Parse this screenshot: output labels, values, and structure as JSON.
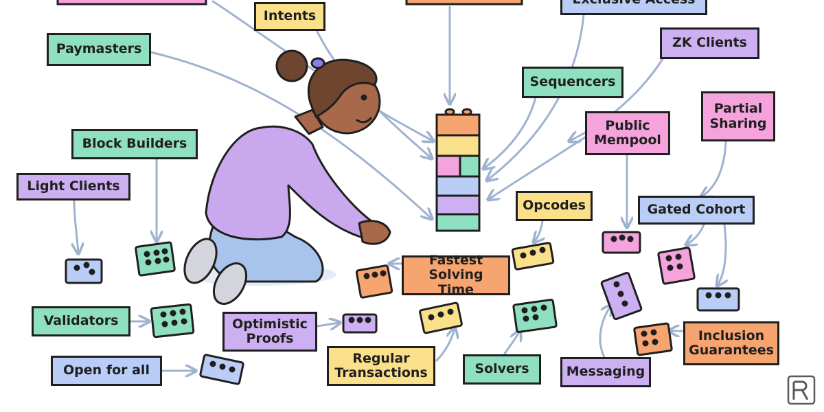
{
  "labels": {
    "intents": "Intents",
    "exclusive_access": "Exclusive Access",
    "paymasters": "Paymasters",
    "zk_clients": "ZK Clients",
    "sequencers": "Sequencers",
    "public_mempool": "Public\nMempool",
    "partial_sharing": "Partial\nSharing",
    "block_builders": "Block Builders",
    "light_clients": "Light Clients",
    "opcodes": "Opcodes",
    "gated_cohort": "Gated Cohort",
    "fastest_solving_time": "Fastest\nSolving Time",
    "validators": "Validators",
    "optimistic_proofs": "Optimistic\nProofs",
    "regular_transactions": "Regular\nTransactions",
    "solvers": "Solvers",
    "messaging": "Messaging",
    "inclusion_guarantees": "Inclusion\nGuarantees",
    "open_for_all": "Open for all"
  },
  "colors": {
    "green": "#8fe0c0",
    "yellow": "#fbe08c",
    "pink": "#f4a3dc",
    "purple": "#cdb0f2",
    "blue": "#b9cdf6",
    "orange": "#f6a470",
    "arrow": "#9fb2cf",
    "outline": "#1f1f1f",
    "sweater": "#c9a8ee",
    "jeans": "#a9c4ec",
    "skin": "#a8684a",
    "hair": "#6e4630"
  },
  "figure": {
    "subject": "child-stacking-blocks",
    "tower_colors": [
      "orange",
      "yellow",
      "pink-green",
      "blue",
      "purple",
      "green"
    ]
  }
}
